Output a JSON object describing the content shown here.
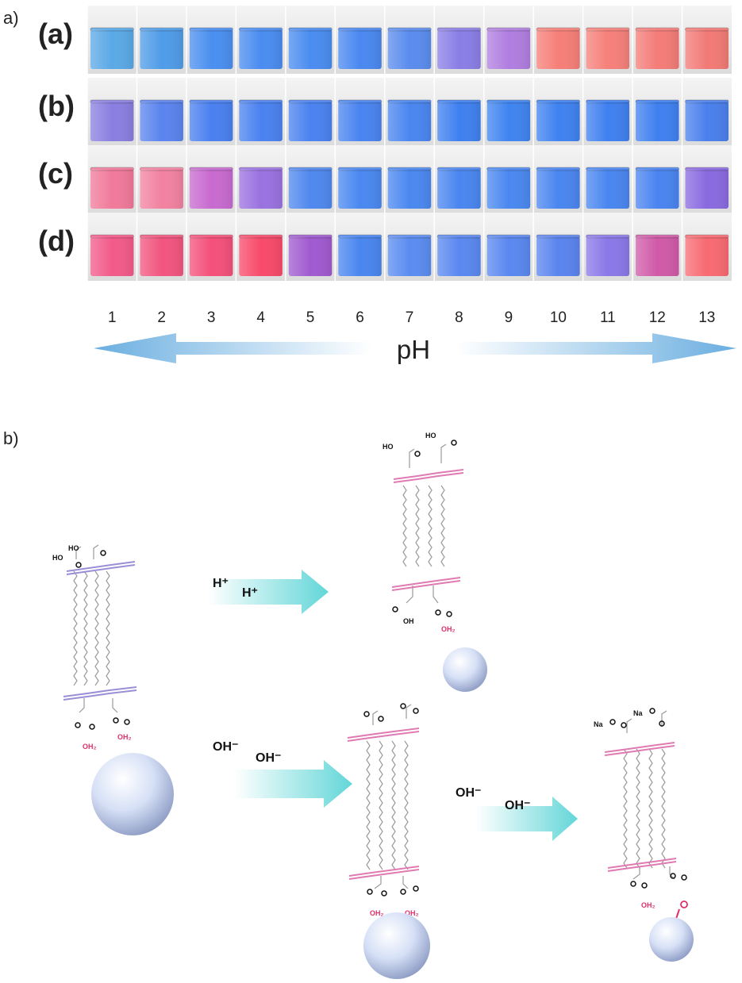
{
  "panel_a": {
    "label": "a)",
    "rows": [
      {
        "label": "(a)",
        "colors": [
          "#5aa9e6",
          "#4f9ce8",
          "#4a8ff0",
          "#4a8cf0",
          "#4a8cf0",
          "#4a88f0",
          "#5a8cee",
          "#8a7ee6",
          "#b07ee0",
          "#f67f78",
          "#f6807a",
          "#f47c78",
          "#f27a76"
        ]
      },
      {
        "label": "(b)",
        "colors": [
          "#8a7fe0",
          "#5a84ee",
          "#4a80f0",
          "#4a82f0",
          "#4a82f0",
          "#4a84f0",
          "#4a86f0",
          "#3f80f0",
          "#3f84f0",
          "#3f82f0",
          "#3f80f0",
          "#3f80f0",
          "#4a80ec"
        ]
      },
      {
        "label": "(c)",
        "colors": [
          "#f07a9a",
          "#f282a0",
          "#c86ad0",
          "#9a72e0",
          "#5088ee",
          "#4a88f0",
          "#4a88f0",
          "#4a86f0",
          "#4a88f0",
          "#4a86f0",
          "#4a86f0",
          "#4a84f0",
          "#8a6ae0"
        ]
      },
      {
        "label": "(d)",
        "colors": [
          "#f25a8a",
          "#f2557f",
          "#f4507a",
          "#f84a6a",
          "#a05ad0",
          "#4a86f0",
          "#5a8cf0",
          "#5a88f0",
          "#5a88f0",
          "#5a84ee",
          "#8a78e8",
          "#d05aa8",
          "#f86a72"
        ]
      }
    ],
    "ph_ticks": [
      "1",
      "2",
      "3",
      "4",
      "5",
      "6",
      "7",
      "8",
      "9",
      "10",
      "11",
      "12",
      "13"
    ],
    "ph_label": "pH"
  },
  "panel_b": {
    "label": "b)",
    "reagents": {
      "h1": "H⁺",
      "h2": "H⁺",
      "oh1": "OH⁻",
      "oh2": "OH⁻",
      "oh3": "OH⁻",
      "oh4": "OH⁻"
    },
    "chem_labels": {
      "ho": "HO",
      "oh": "OH",
      "na": "Na",
      "oh2_group": "OH₂"
    }
  },
  "colors": {
    "arrow": "#76b8e6",
    "rxn_arrow": "#6fd8d8",
    "chain_purple": "#9a8fd6",
    "chain_pink": "#e07ab2",
    "chain_gray": "#9a9a9a",
    "accent_red": "#e0306a",
    "sphere": "#c4d4f2"
  }
}
